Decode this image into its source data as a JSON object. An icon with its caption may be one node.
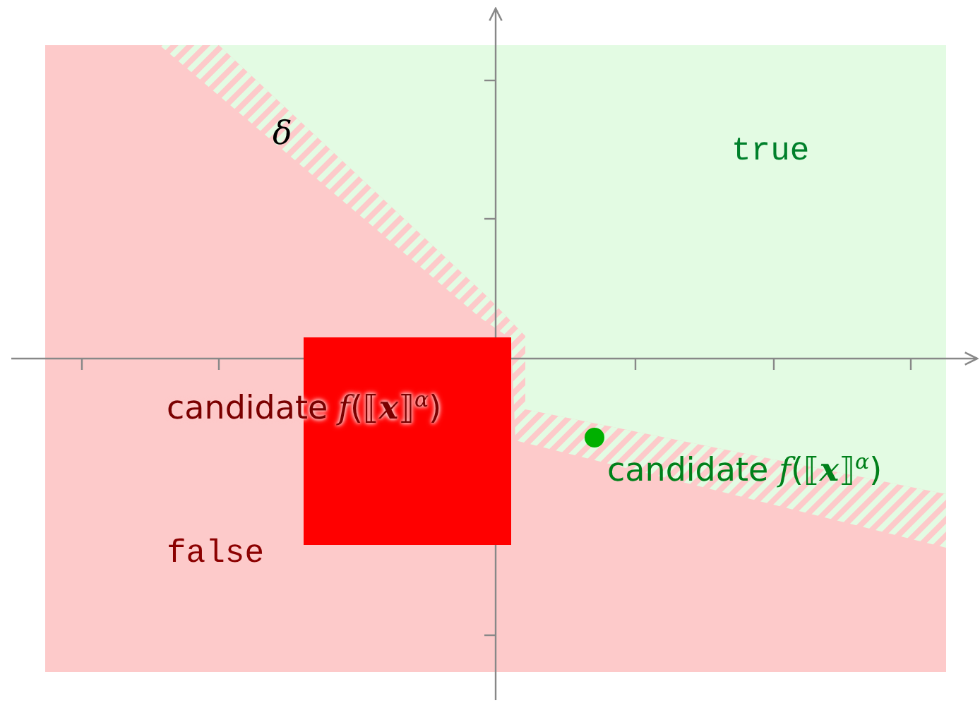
{
  "diagram": {
    "labels": [
      "δ",
      "true",
      "candidate *f*(⟦**x**⟧$^{α}$)",
      "candidate *f*(⟦**x**⟧$^{α}$)",
      "false"
    ]
  }
}
